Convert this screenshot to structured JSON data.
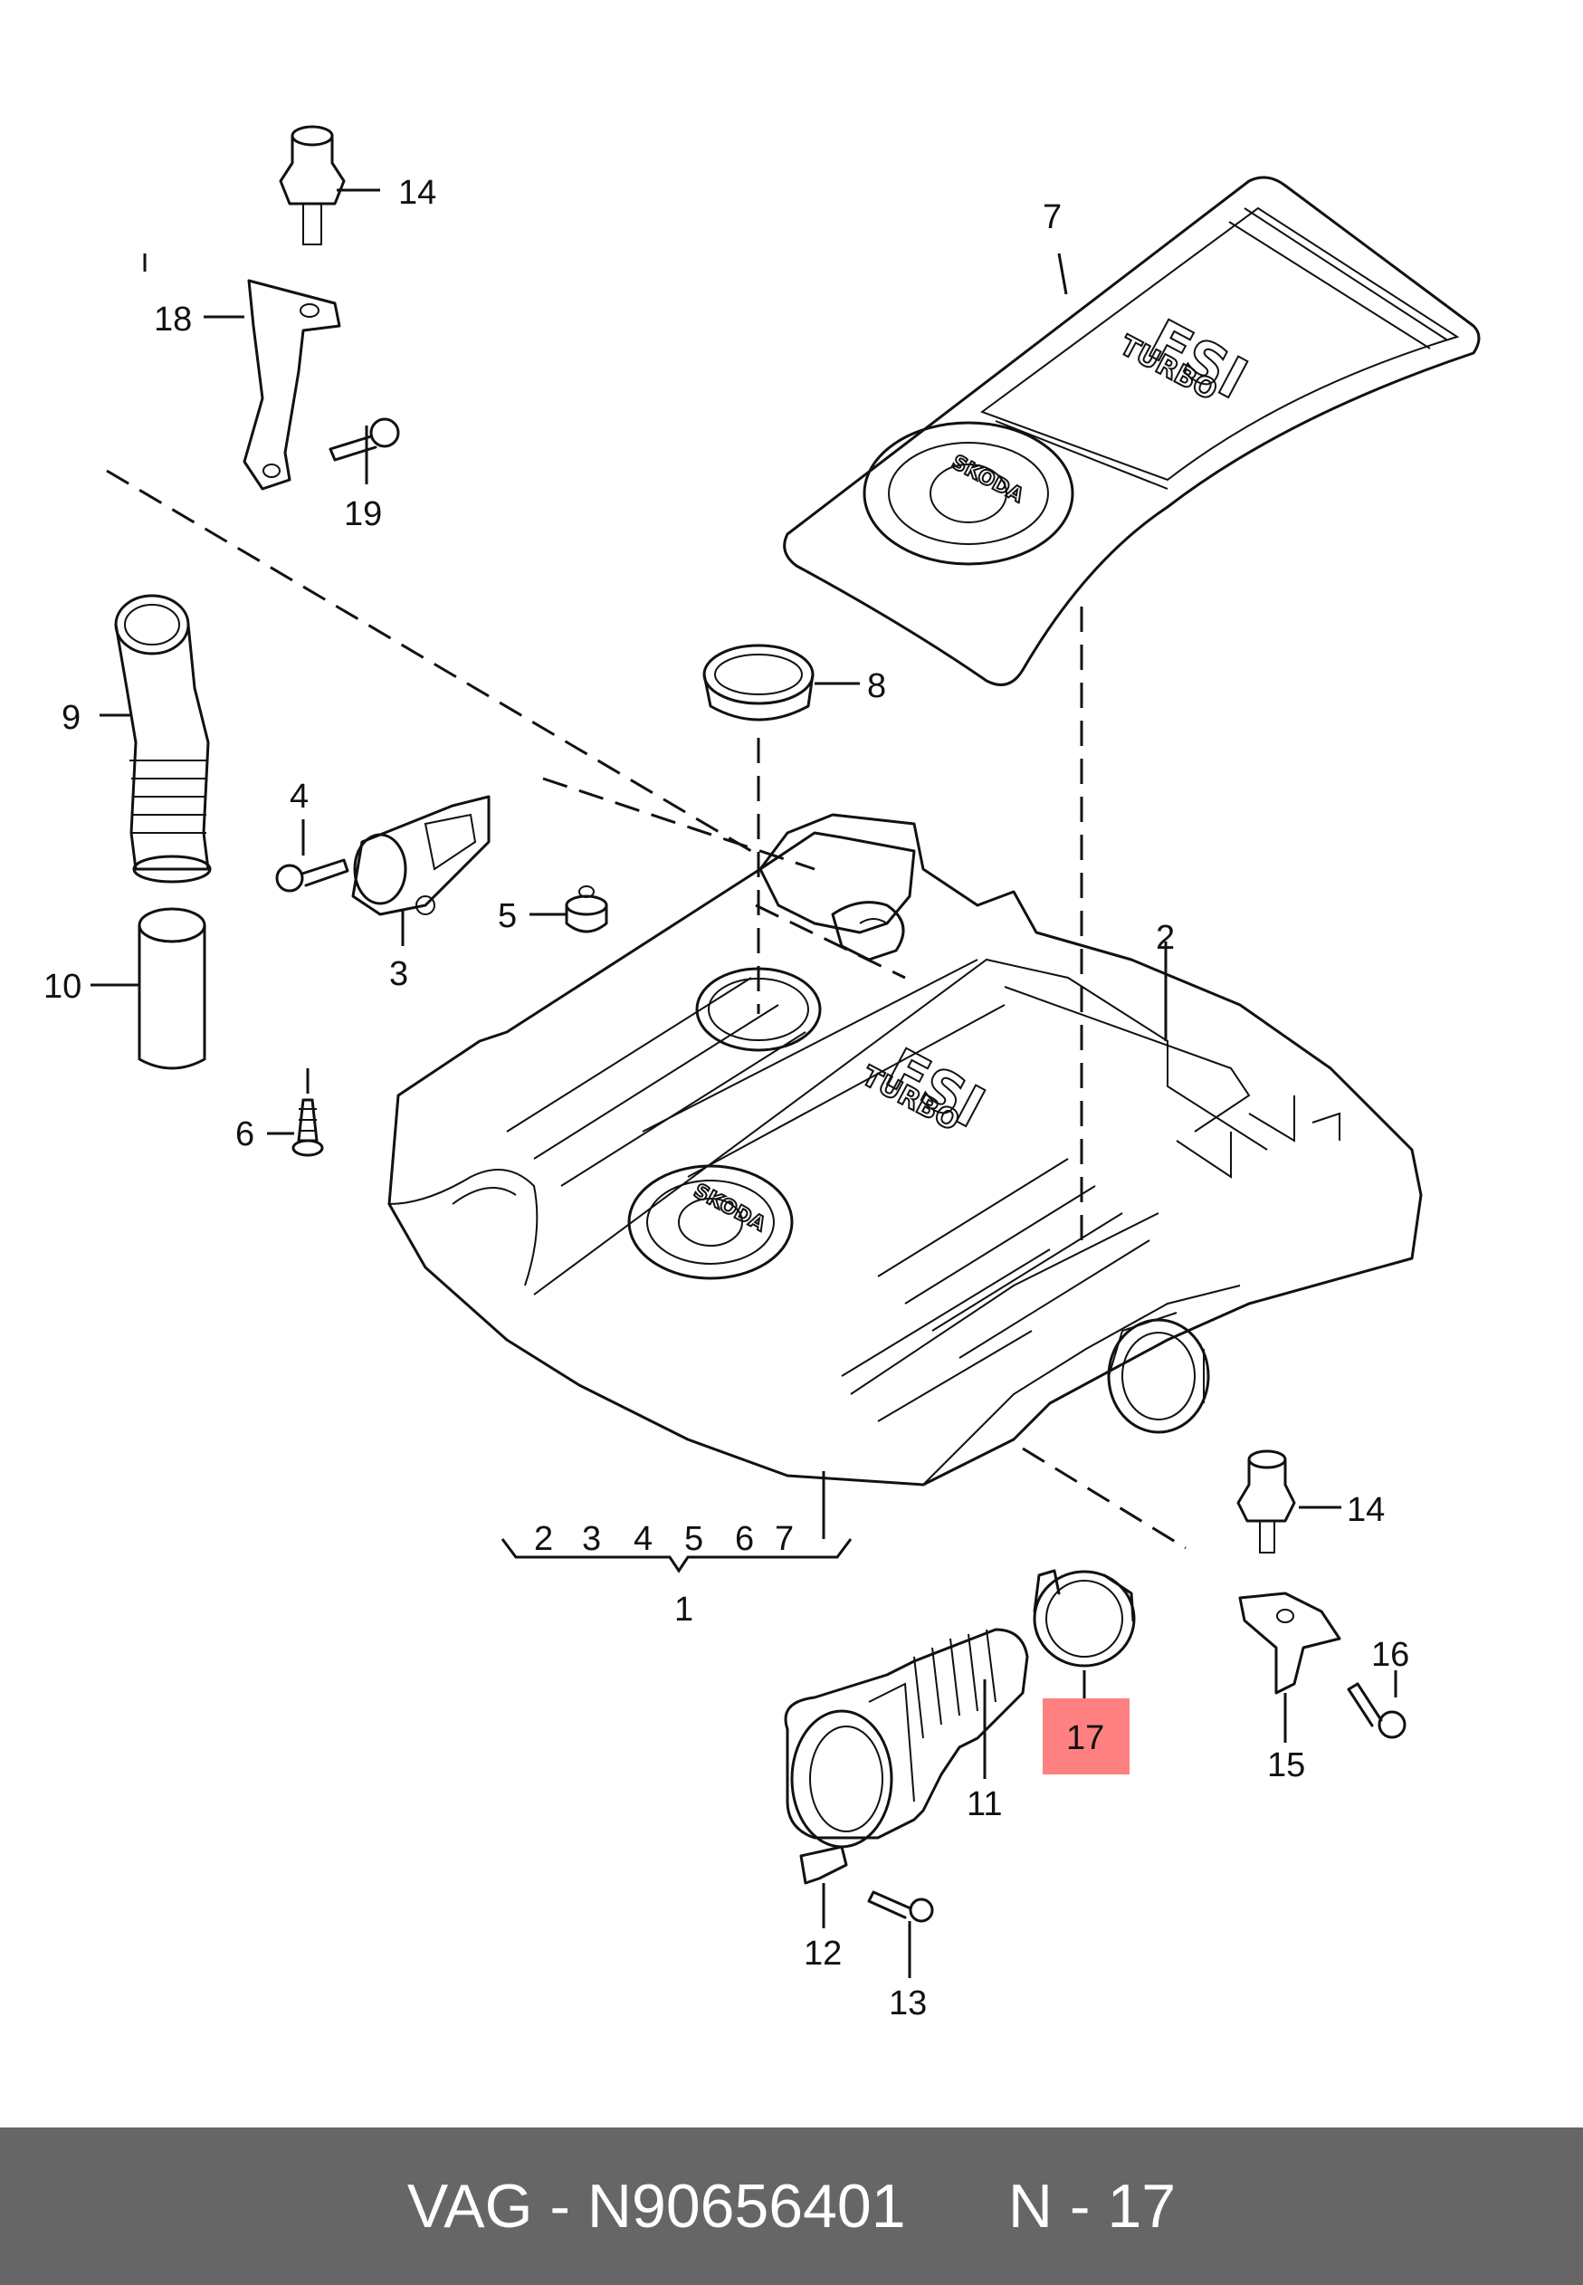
{
  "diagram": {
    "labels": {
      "l1": "1",
      "l2": "2",
      "l3": "3",
      "l4": "4",
      "l5": "5",
      "l6": "6",
      "l7": "7",
      "l8": "8",
      "l9": "9",
      "l10": "10",
      "l11": "11",
      "l12": "12",
      "l13": "13",
      "l14a": "14",
      "l14b": "14",
      "l15": "15",
      "l16": "16",
      "l17": "17",
      "l18": "18",
      "l19": "19"
    },
    "group_labels": [
      "2",
      "3",
      "4",
      "5",
      "6",
      "7"
    ],
    "logo_top": {
      "brand": "FSI",
      "sub": "TURBO",
      "badge": "SKODA"
    },
    "logo_main": {
      "brand": "FSI",
      "sub": "TURBO",
      "badge": "SKODA"
    },
    "highlighted_part": "17",
    "highlight_color": "#ff8080"
  },
  "footer": {
    "part_number": "VAG - N90656401",
    "position_label": "N - 17",
    "background_color": "#666666",
    "text_color": "#ffffff"
  }
}
